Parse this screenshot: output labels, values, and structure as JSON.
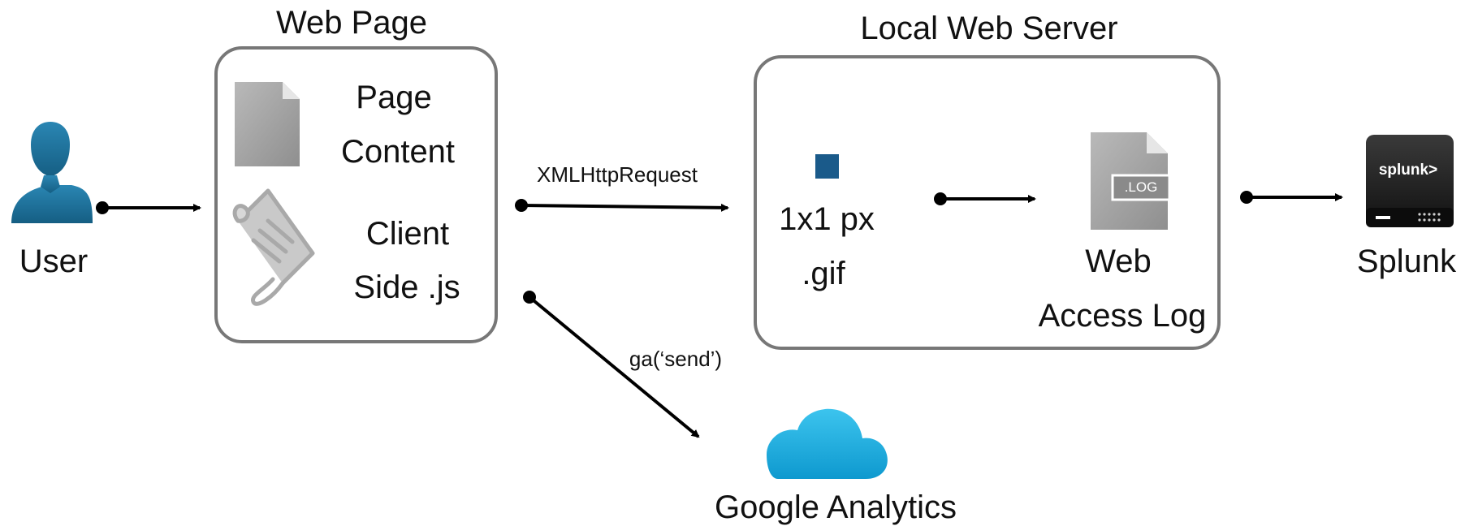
{
  "nodes": {
    "user": {
      "label": "User"
    },
    "web_page": {
      "title": "Web Page",
      "page_content": [
        "Page",
        "Content"
      ],
      "client_js": [
        "Client",
        "Side .js"
      ]
    },
    "local_server": {
      "title": "Local Web Server",
      "gif": [
        "1x1 px",
        ".gif"
      ],
      "access_log": [
        "Web",
        "Access Log"
      ],
      "log_badge": ".LOG"
    },
    "splunk": {
      "label": "Splunk",
      "logo_text": "splunk>"
    },
    "google_analytics": {
      "label": "Google Analytics"
    }
  },
  "edges": {
    "xhr": {
      "label": "XMLHttpRequest"
    },
    "ga_send": {
      "label": "ga(‘send’)"
    }
  },
  "colors": {
    "box_border": "#777777",
    "arrow": "#000000",
    "user_icon": "#1b6f97",
    "cloud": "#12a9dd",
    "gif_square": "#1a5a8a",
    "doc_gray": "#a3a3a3",
    "splunk_body": "#1d1d1d"
  },
  "icons": {
    "user": "user-silhouette-icon",
    "page": "document-icon",
    "script": "script-scroll-icon",
    "gif": "pixel-square-icon",
    "log": "log-file-icon",
    "splunk": "splunk-appliance-icon",
    "cloud": "cloud-icon"
  }
}
